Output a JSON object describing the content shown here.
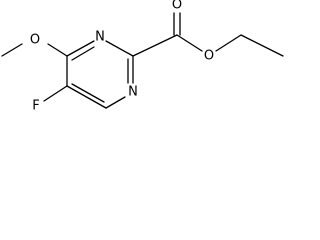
{
  "molecule": {
    "atom_labels": {
      "carbonyl_oxygen": "O",
      "ester_oxygen": "O",
      "methoxy_oxygen": "O",
      "ring_nitrogen_top": "N",
      "ring_nitrogen_bottom": "N",
      "fluorine": "F"
    }
  },
  "colors": {
    "bond": "#000000",
    "label": "#000000",
    "background": "#ffffff"
  }
}
